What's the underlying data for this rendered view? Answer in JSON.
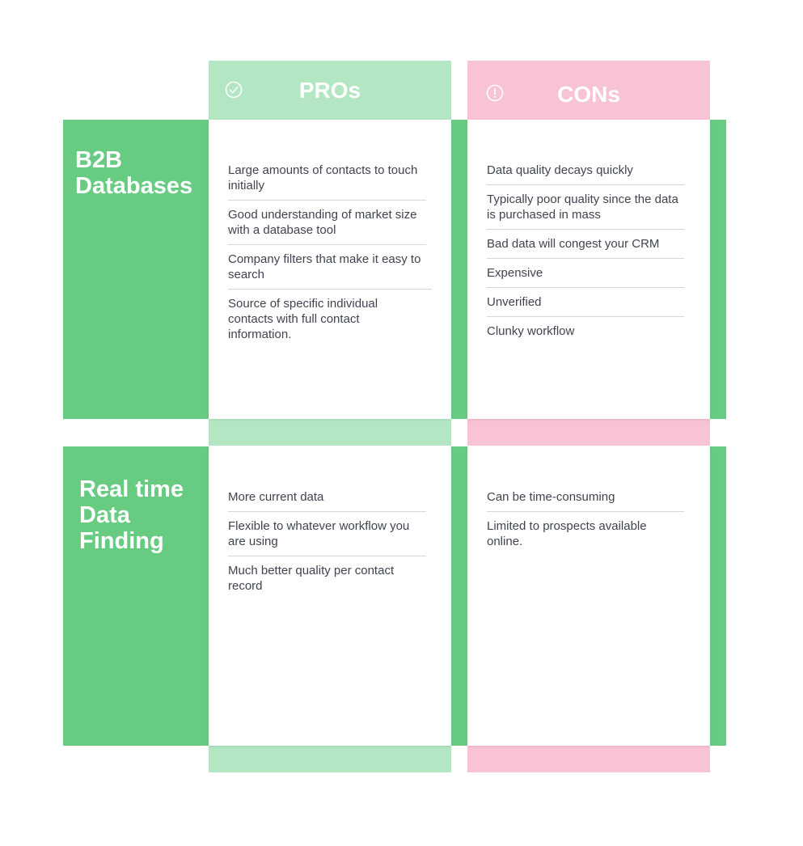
{
  "columns": {
    "pros": {
      "title": "PROs",
      "icon": "check-circle-icon",
      "color": "#b3e6c3"
    },
    "cons": {
      "title": "CONs",
      "icon": "exclamation-circle-icon",
      "color": "#f8c3d4"
    }
  },
  "row_color": "#67cb82",
  "rows": [
    {
      "title": "B2B\nDatabases",
      "pros": [
        "Large amounts of contacts to touch initially",
        "Good understanding of market size with a database tool",
        "Company filters that make it easy to search",
        "Source of specific individual contacts with full contact information."
      ],
      "cons": [
        "Data quality decays quickly",
        "Typically poor quality since the data is purchased in mass",
        "Bad data will congest your CRM",
        "Expensive",
        "Unverified",
        "Clunky workflow"
      ]
    },
    {
      "title": "Real time\nData\nFinding",
      "pros": [
        "More current data",
        "Flexible to whatever workflow you are using",
        "Much better quality per contact record"
      ],
      "cons": [
        "Can be time-consuming",
        "Limited to prospects available online."
      ]
    }
  ]
}
